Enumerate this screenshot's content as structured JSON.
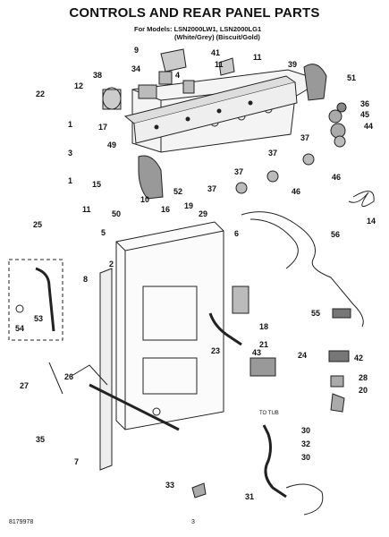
{
  "title": "CONTROLS AND REAR PANEL PARTS",
  "models": {
    "line1": "For Models: LSN2000LW1, LSN2000LG1",
    "line2": "(White/Grey) (Biscuit/Gold)"
  },
  "footer": {
    "doc_number": "8179978",
    "page": "3"
  },
  "callouts": [
    {
      "id": "c9",
      "text": "9"
    },
    {
      "id": "c41",
      "text": "41"
    },
    {
      "id": "c11a",
      "text": "11"
    },
    {
      "id": "c11b",
      "text": "11"
    },
    {
      "id": "c4",
      "text": "4"
    },
    {
      "id": "c34",
      "text": "34"
    },
    {
      "id": "c38",
      "text": "38"
    },
    {
      "id": "c39",
      "text": "39"
    },
    {
      "id": "c51",
      "text": "51"
    },
    {
      "id": "c12",
      "text": "12"
    },
    {
      "id": "c22",
      "text": "22"
    },
    {
      "id": "c36",
      "text": "36"
    },
    {
      "id": "c45",
      "text": "45"
    },
    {
      "id": "c44",
      "text": "44"
    },
    {
      "id": "c1a",
      "text": "1"
    },
    {
      "id": "c17",
      "text": "17"
    },
    {
      "id": "c49",
      "text": "49"
    },
    {
      "id": "c3",
      "text": "3"
    },
    {
      "id": "c1b",
      "text": "1"
    },
    {
      "id": "c37a",
      "text": "37"
    },
    {
      "id": "c37b",
      "text": "37"
    },
    {
      "id": "c37c",
      "text": "37"
    },
    {
      "id": "c37d",
      "text": "37"
    },
    {
      "id": "c46a",
      "text": "46"
    },
    {
      "id": "c46b",
      "text": "46"
    },
    {
      "id": "c15",
      "text": "15"
    },
    {
      "id": "c10",
      "text": "10"
    },
    {
      "id": "c16",
      "text": "16"
    },
    {
      "id": "c52",
      "text": "52"
    },
    {
      "id": "c11c",
      "text": "11"
    },
    {
      "id": "c50",
      "text": "50"
    },
    {
      "id": "c19",
      "text": "19"
    },
    {
      "id": "c29",
      "text": "29"
    },
    {
      "id": "c6",
      "text": "6"
    },
    {
      "id": "c14",
      "text": "14"
    },
    {
      "id": "c25",
      "text": "25"
    },
    {
      "id": "c5",
      "text": "5"
    },
    {
      "id": "c56",
      "text": "56"
    },
    {
      "id": "c8",
      "text": "8"
    },
    {
      "id": "c2",
      "text": "2"
    },
    {
      "id": "c53",
      "text": "53"
    },
    {
      "id": "c54",
      "text": "54"
    },
    {
      "id": "c55",
      "text": "55"
    },
    {
      "id": "c18",
      "text": "18"
    },
    {
      "id": "c21",
      "text": "21"
    },
    {
      "id": "c23",
      "text": "23"
    },
    {
      "id": "c43",
      "text": "43"
    },
    {
      "id": "c24",
      "text": "24"
    },
    {
      "id": "c42",
      "text": "42"
    },
    {
      "id": "c27",
      "text": "27"
    },
    {
      "id": "c26",
      "text": "26"
    },
    {
      "id": "c28",
      "text": "28"
    },
    {
      "id": "c20",
      "text": "20"
    },
    {
      "id": "c35",
      "text": "35"
    },
    {
      "id": "c30a",
      "text": "30"
    },
    {
      "id": "c32",
      "text": "32"
    },
    {
      "id": "c30b",
      "text": "30"
    },
    {
      "id": "c7",
      "text": "7"
    },
    {
      "id": "c33",
      "text": "33"
    },
    {
      "id": "c31",
      "text": "31"
    }
  ],
  "tub_label": "TO TUB"
}
